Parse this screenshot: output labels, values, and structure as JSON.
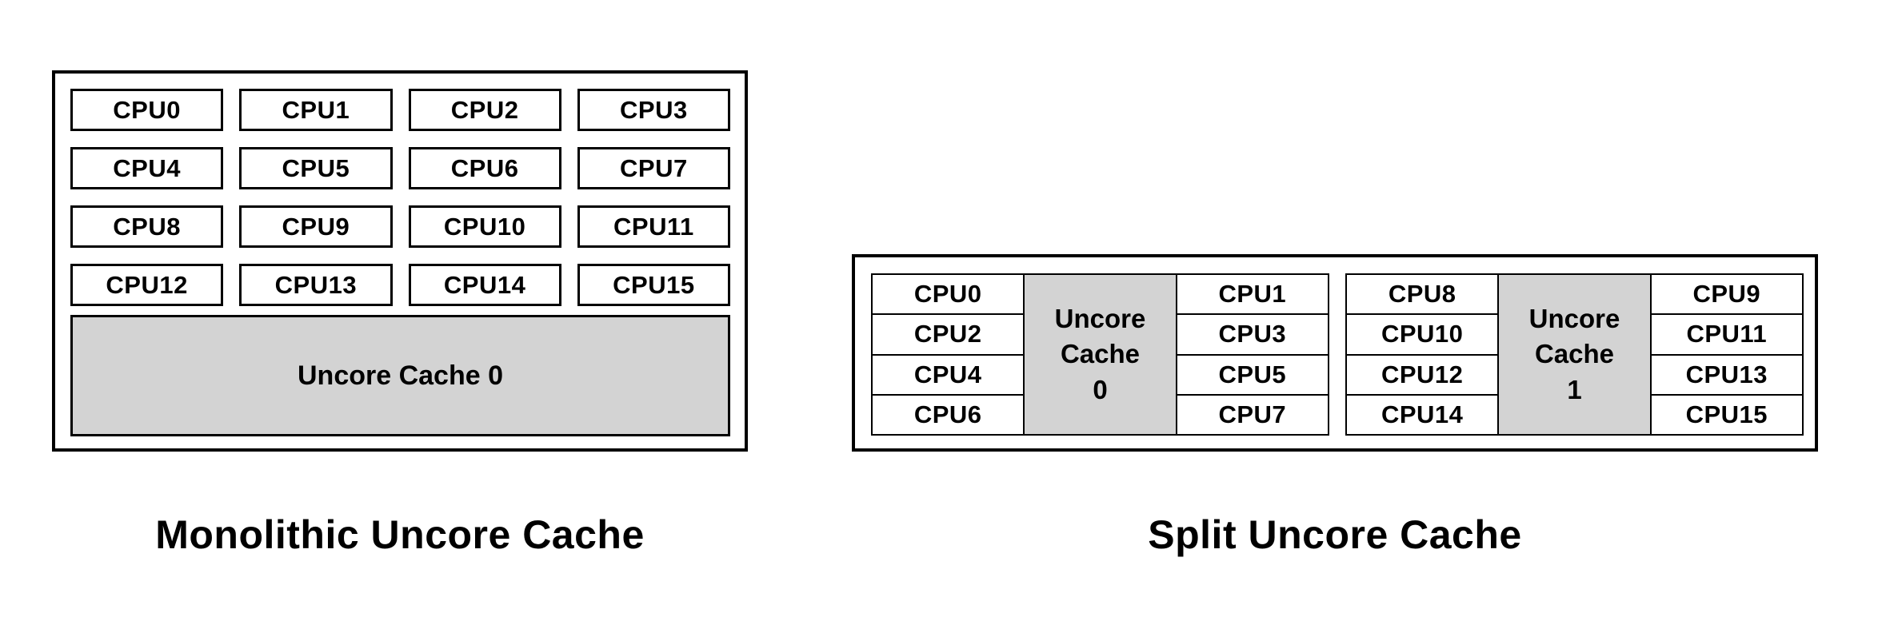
{
  "colors": {
    "cache_fill": "#d3d3d3",
    "border": "#000000",
    "background": "#ffffff",
    "text": "#000000"
  },
  "monolithic": {
    "caption": "Monolithic Uncore Cache",
    "cpus": [
      "CPU0",
      "CPU1",
      "CPU2",
      "CPU3",
      "CPU4",
      "CPU5",
      "CPU6",
      "CPU7",
      "CPU8",
      "CPU9",
      "CPU10",
      "CPU11",
      "CPU12",
      "CPU13",
      "CPU14",
      "CPU15"
    ],
    "cache_label": "Uncore Cache 0"
  },
  "split": {
    "caption": "Split Uncore Cache",
    "groups": [
      {
        "left_cpus": [
          "CPU0",
          "CPU2",
          "CPU4",
          "CPU6"
        ],
        "cache_lines": [
          "Uncore",
          "Cache",
          "0"
        ],
        "right_cpus": [
          "CPU1",
          "CPU3",
          "CPU5",
          "CPU7"
        ]
      },
      {
        "left_cpus": [
          "CPU8",
          "CPU10",
          "CPU12",
          "CPU14"
        ],
        "cache_lines": [
          "Uncore",
          "Cache",
          "1"
        ],
        "right_cpus": [
          "CPU9",
          "CPU11",
          "CPU13",
          "CPU15"
        ]
      }
    ]
  }
}
